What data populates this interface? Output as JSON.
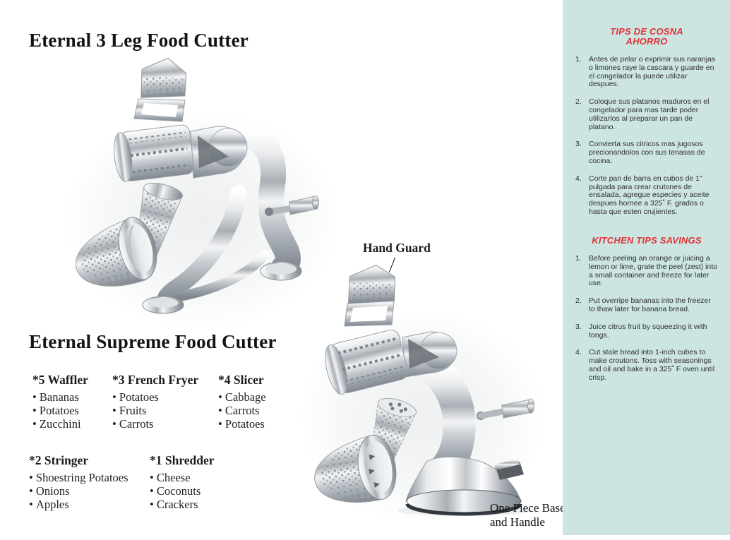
{
  "page": {
    "background": "#ffffff"
  },
  "products": {
    "product1": {
      "title": "Eternal 3 Leg Food Cutter"
    },
    "product2": {
      "title": "Eternal Supreme Food Cutter"
    }
  },
  "annotations": {
    "hand_guard": "Hand Guard",
    "one_piece": "One Piece Base and Handle"
  },
  "cone_groups": [
    {
      "heading": "*5 Waffler",
      "items": [
        "Bananas",
        "Potatoes",
        "Zucchini"
      ]
    },
    {
      "heading": "*3 French Fryer",
      "items": [
        "Potatoes",
        "Fruits",
        "Carrots"
      ]
    },
    {
      "heading": "*4 Slicer",
      "items": [
        "Cabbage",
        "Carrots",
        "Potatoes"
      ]
    },
    {
      "heading": "*2 Stringer",
      "items": [
        "Shoestring Potatoes",
        "Onions",
        "Apples"
      ]
    },
    {
      "heading": "*1 Shredder",
      "items": [
        "Cheese",
        "Coconuts",
        "Crackers"
      ]
    }
  ],
  "sidebar": {
    "background": "#cde5e0",
    "accent": "#e03338",
    "spanish_title": "TIPS DE COSNA AHORRO",
    "spanish_tips": [
      "Antes de pelar o exprimir sus naranjas o limones raye la cascara y guarde en el congelador la puede utilizar despues.",
      "Coloque sus platanos maduros en el congelador para mas tarde poder utilizarlos al preparar un pan de platano.",
      "Convierta sus citricos mas jugosos precionandolos con sus tenasas de cocina.",
      "Corte pan de barra en cubos de 1\" pulgada para crear crutones de ensalada, agregue especies y aceite despues hornee a 325˚ F. grados o hasta que esten crujientes."
    ],
    "english_title": "KITCHEN TIPS SAVINGS",
    "english_tips": [
      "Before peeling an orange or juicing a lemon or lime, grate the peel (zest) into a small container and freeze for later use.",
      "Put overripe bananas into the freezer to thaw later for banana bread.",
      "Juice citrus fruit by squeezing it with tongs.",
      "Cut stale bread into 1-inch cubes to make croutons. Toss with seasonings and oil and bake in a 325˚ F oven until crisp."
    ]
  }
}
